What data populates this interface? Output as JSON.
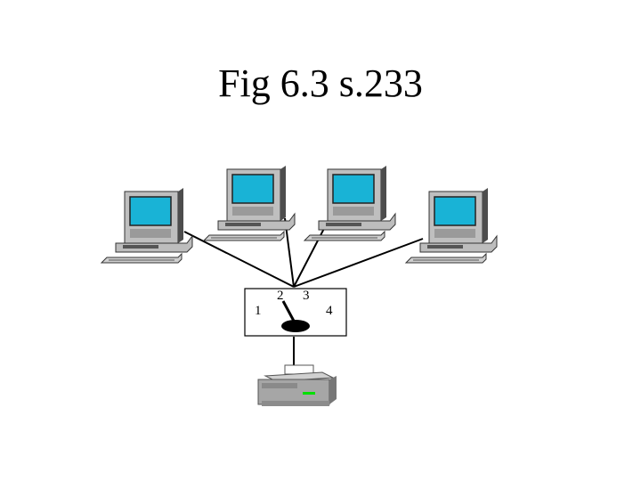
{
  "title": "Fig 6.3 s.233",
  "switch": {
    "positions": [
      "1",
      "2",
      "3",
      "4"
    ],
    "selected": "2"
  },
  "nodes": {
    "computers": [
      "computer-1",
      "computer-2",
      "computer-3",
      "computer-4"
    ],
    "printer": "printer"
  },
  "colors": {
    "screen": "#19b3d6",
    "monitor_body": "#bfbfbf",
    "monitor_shadow": "#4d4d4d",
    "printer_body": "#a6a6a6",
    "printer_light": "#00e000"
  }
}
